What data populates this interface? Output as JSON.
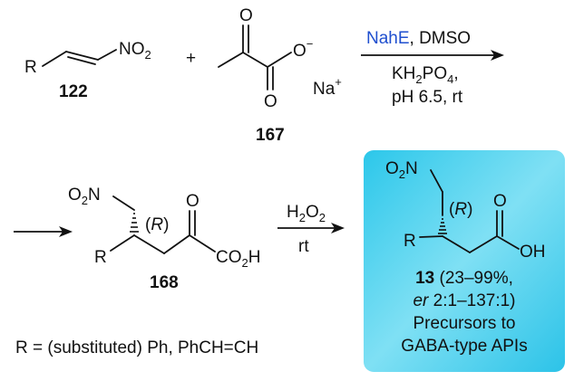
{
  "reaction1": {
    "reactant1_R": "R",
    "reactant1_group": "NO",
    "reactant1_group_sub": "2",
    "reactant1_number": "122",
    "plus": "+",
    "reactant2_O_top": "O",
    "reactant2_O_bottom": "O",
    "reactant2_O_minus": "O",
    "reactant2_minus": "−",
    "reactant2_counterion": "Na",
    "reactant2_counterion_charge": "+",
    "reactant2_number": "167",
    "enzyme": "NahE",
    "solvent": ", DMSO",
    "buffer_1": "KH",
    "buffer_sub1": "2",
    "buffer_2": "PO",
    "buffer_sub2": "4",
    "buffer_3": ",",
    "conditions": "pH 6.5, rt"
  },
  "reaction2": {
    "nitro_1": "O",
    "nitro_sub": "2",
    "nitro_2": "N",
    "stereo": "R",
    "keto_O": "O",
    "R": "R",
    "acid_1": "CO",
    "acid_sub": "2",
    "acid_2": "H",
    "number": "168",
    "reagent_1": "H",
    "reagent_sub1": "2",
    "reagent_2": "O",
    "reagent_sub2": "2",
    "temperature": "rt"
  },
  "product": {
    "nitro_1": "O",
    "nitro_sub": "2",
    "nitro_2": "N",
    "stereo": "R",
    "acid_O": "O",
    "acid_OH": "OH",
    "R": "R",
    "number": "13",
    "yield": " (23–99%,",
    "er_label": "er",
    "er_value": " 2:1–137:1)",
    "description_1": "Precursors to",
    "description_2": "GABA-type APIs",
    "box_color": "#5fd6ef"
  },
  "footnote": "R = (substituted) Ph, PhCH=CH"
}
